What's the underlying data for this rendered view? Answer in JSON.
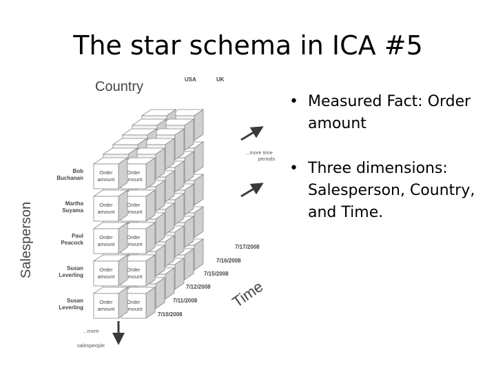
{
  "slide": {
    "title": "The star schema in ICA #5",
    "bullets": [
      {
        "marker": "•",
        "text": "Measured Fact: Order amount"
      },
      {
        "marker": "•",
        "text": "Three dimensions: Salesperson, Country, and Time."
      }
    ]
  },
  "cube": {
    "country_label": "Country",
    "countries": [
      "USA",
      "UK"
    ],
    "salesperson_label": "Salesperson",
    "time_label": "Time",
    "cell_label": [
      "Order",
      "amount"
    ],
    "salespeople": [
      [
        "Bob",
        "Buchanan"
      ],
      [
        "Martha",
        "Suyama"
      ],
      [
        "Paul",
        "Peacock"
      ],
      [
        "Susan",
        "Leverling"
      ],
      [
        "Susan",
        "Leverling"
      ]
    ],
    "dates": [
      "7/17/2008",
      "7/16/2008",
      "7/15/2008",
      "7/12/2008",
      "7/11/2008",
      "7/10/2008"
    ],
    "more_time": [
      "...more time",
      "periods"
    ],
    "more_salespeople": [
      "...more",
      "salespeople"
    ]
  }
}
